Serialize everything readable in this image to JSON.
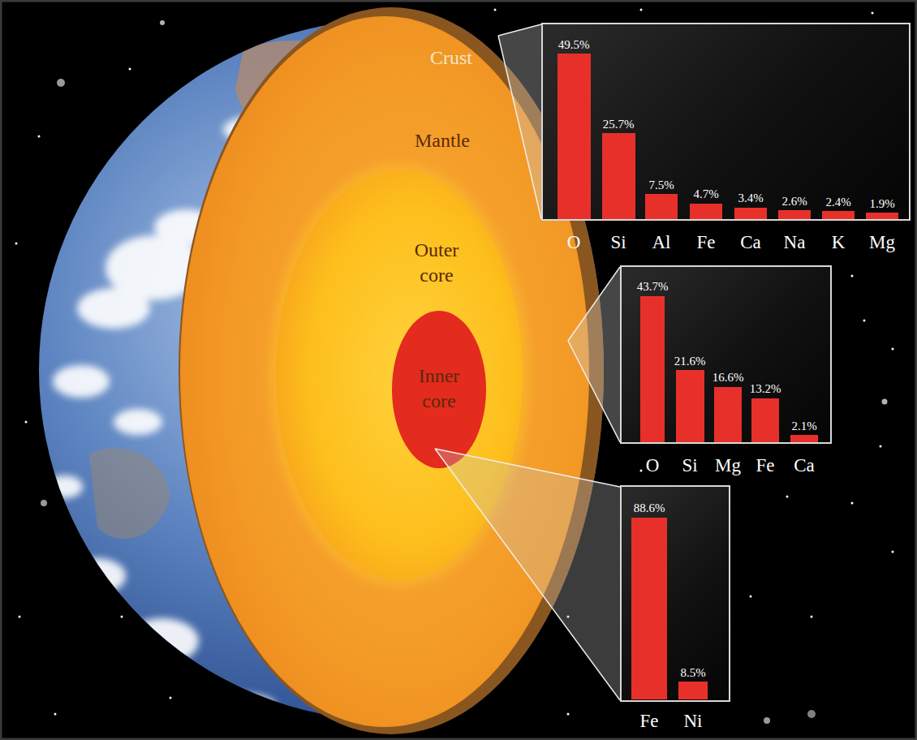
{
  "diagram": {
    "nodes": [
      {
        "text": [
          "49.5%",
          "25.7%",
          "7.5%",
          "4.7%",
          "3.4%",
          "2.6%",
          "2.4%",
          "1.9%",
          "O",
          "Si",
          "Al",
          "Fe",
          "Ca",
          "Na",
          "K",
          "Mg"
        ]
      },
      {
        "text": [
          "43.7%",
          "21.6%",
          "16.6%",
          "13.2%",
          "2.1%",
          "O",
          "Si",
          "Mg",
          "Fe",
          "Ca"
        ]
      },
      {
        "text": [
          "88.6%",
          "8.5%",
          "Fe",
          "Ni"
        ]
      }
    ],
    "labels": [
      "Crust",
      "Mantle",
      "Outer core",
      "Inner core"
    ]
  }
}
